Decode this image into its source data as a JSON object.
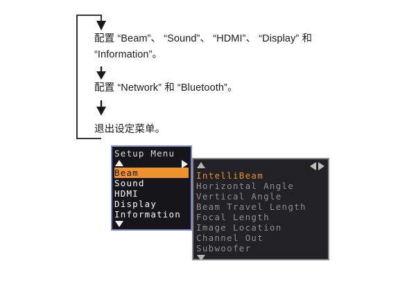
{
  "flow": {
    "steps": [
      {
        "id": "step-configure-basic",
        "text": "配置 “Beam”、 “Sound”、 “HDMI”、 “Display” 和 “Information”。"
      },
      {
        "id": "step-configure-network",
        "text": "配置 “Network” 和 “Bluetooth”。"
      },
      {
        "id": "step-exit",
        "text": "退出设定菜单。"
      }
    ],
    "loop_label": ""
  },
  "osd": {
    "left_panel": {
      "title": "Setup Menu",
      "scroll_up_icon": "triangle-up-icon",
      "scroll_down_icon": "triangle-down-icon",
      "next_icon": "triangle-right-icon",
      "selected_index": 0,
      "items": [
        {
          "label": "Beam",
          "selected": true
        },
        {
          "label": "Sound",
          "selected": false
        },
        {
          "label": "HDMI",
          "selected": false
        },
        {
          "label": "Display",
          "selected": false
        },
        {
          "label": "Information",
          "selected": false
        }
      ]
    },
    "right_panel": {
      "scroll_up_icon": "triangle-up-icon",
      "scroll_down_icon": "triangle-down-icon",
      "prev_icon": "triangle-left-icon",
      "next_icon": "triangle-right-icon",
      "highlight_index": 0,
      "items": [
        {
          "label": "IntelliBeam",
          "highlight": true
        },
        {
          "label": "Horizontal Angle",
          "highlight": false
        },
        {
          "label": "Vertical Angle",
          "highlight": false
        },
        {
          "label": "Beam Travel Length",
          "highlight": false
        },
        {
          "label": "Focal Length",
          "highlight": false
        },
        {
          "label": "Image Location",
          "highlight": false
        },
        {
          "label": "Channel Out",
          "highlight": false
        },
        {
          "label": "Subwoofer",
          "highlight": false
        }
      ]
    }
  },
  "colors": {
    "highlight_orange": "#f0932f",
    "highlight_text_orange": "#e6902f",
    "left_panel_border": "#7b86c8",
    "right_panel_border": "#8a8a8a",
    "panel_background": "#16161a",
    "right_panel_background": "#222226",
    "menu_text": "#ffffff",
    "dim_text": "#8e8e92"
  }
}
